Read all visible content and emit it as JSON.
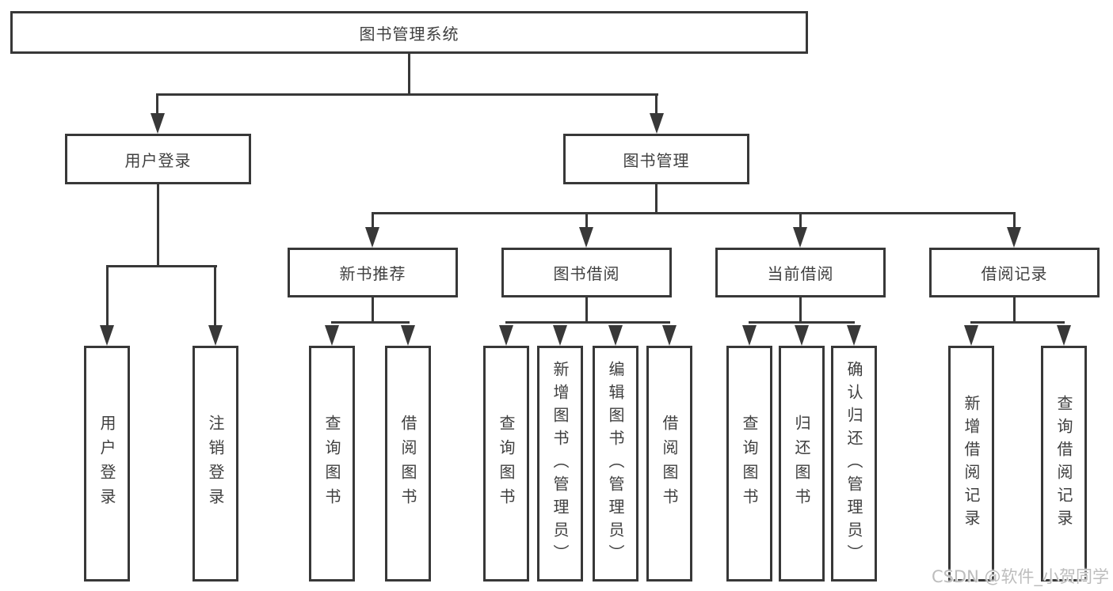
{
  "diagram": {
    "root": "图书管理系统",
    "branches": [
      {
        "label": "用户登录",
        "leaves": [
          "用户登录",
          "注销登录"
        ]
      },
      {
        "label": "图书管理",
        "groups": [
          {
            "label": "新书推荐",
            "leaves": [
              "查询图书",
              "借阅图书"
            ]
          },
          {
            "label": "图书借阅",
            "leaves": [
              "查询图书",
              "新增图书（管理员）",
              "编辑图书（管理员）",
              "借阅图书"
            ]
          },
          {
            "label": "当前借阅",
            "leaves": [
              "查询图书",
              "归还图书",
              "确认归还（管理员）"
            ]
          },
          {
            "label": "借阅记录",
            "leaves": [
              "新增借阅记录",
              "查询借阅记录"
            ]
          }
        ]
      }
    ]
  },
  "watermark": "CSDN @软件_小贺同学",
  "colors": {
    "line": "#383838",
    "text": "#3f3f3f",
    "watermark": "#bdbdbd",
    "background": "#ffffff"
  }
}
